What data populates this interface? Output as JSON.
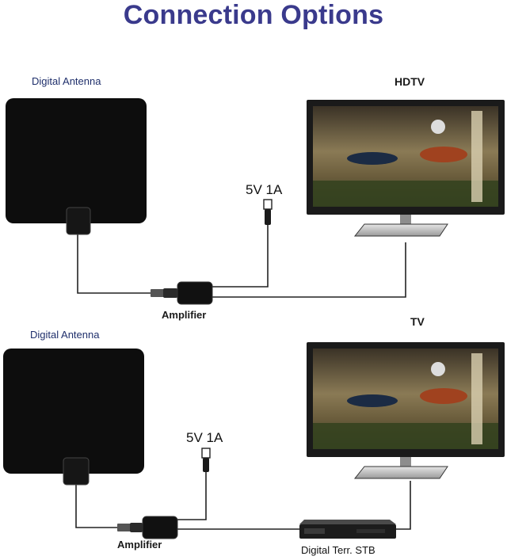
{
  "title": "Connection Options",
  "colors": {
    "title": "#3a3a8c",
    "antenna": "#0d0d0d",
    "cable": "#222222",
    "tv_frame": "#1a1a1a",
    "tv_stand": "#d0d0d0"
  },
  "top": {
    "antenna_label": "Digital Antenna",
    "display_label": "HDTV",
    "power_label": "5V 1A",
    "amplifier_label": "Amplifier"
  },
  "bottom": {
    "antenna_label": "Digital Antenna",
    "display_label": "TV",
    "power_label": "5V 1A",
    "amplifier_label": "Amplifier",
    "stb_label": "Digital Terr. STB"
  }
}
